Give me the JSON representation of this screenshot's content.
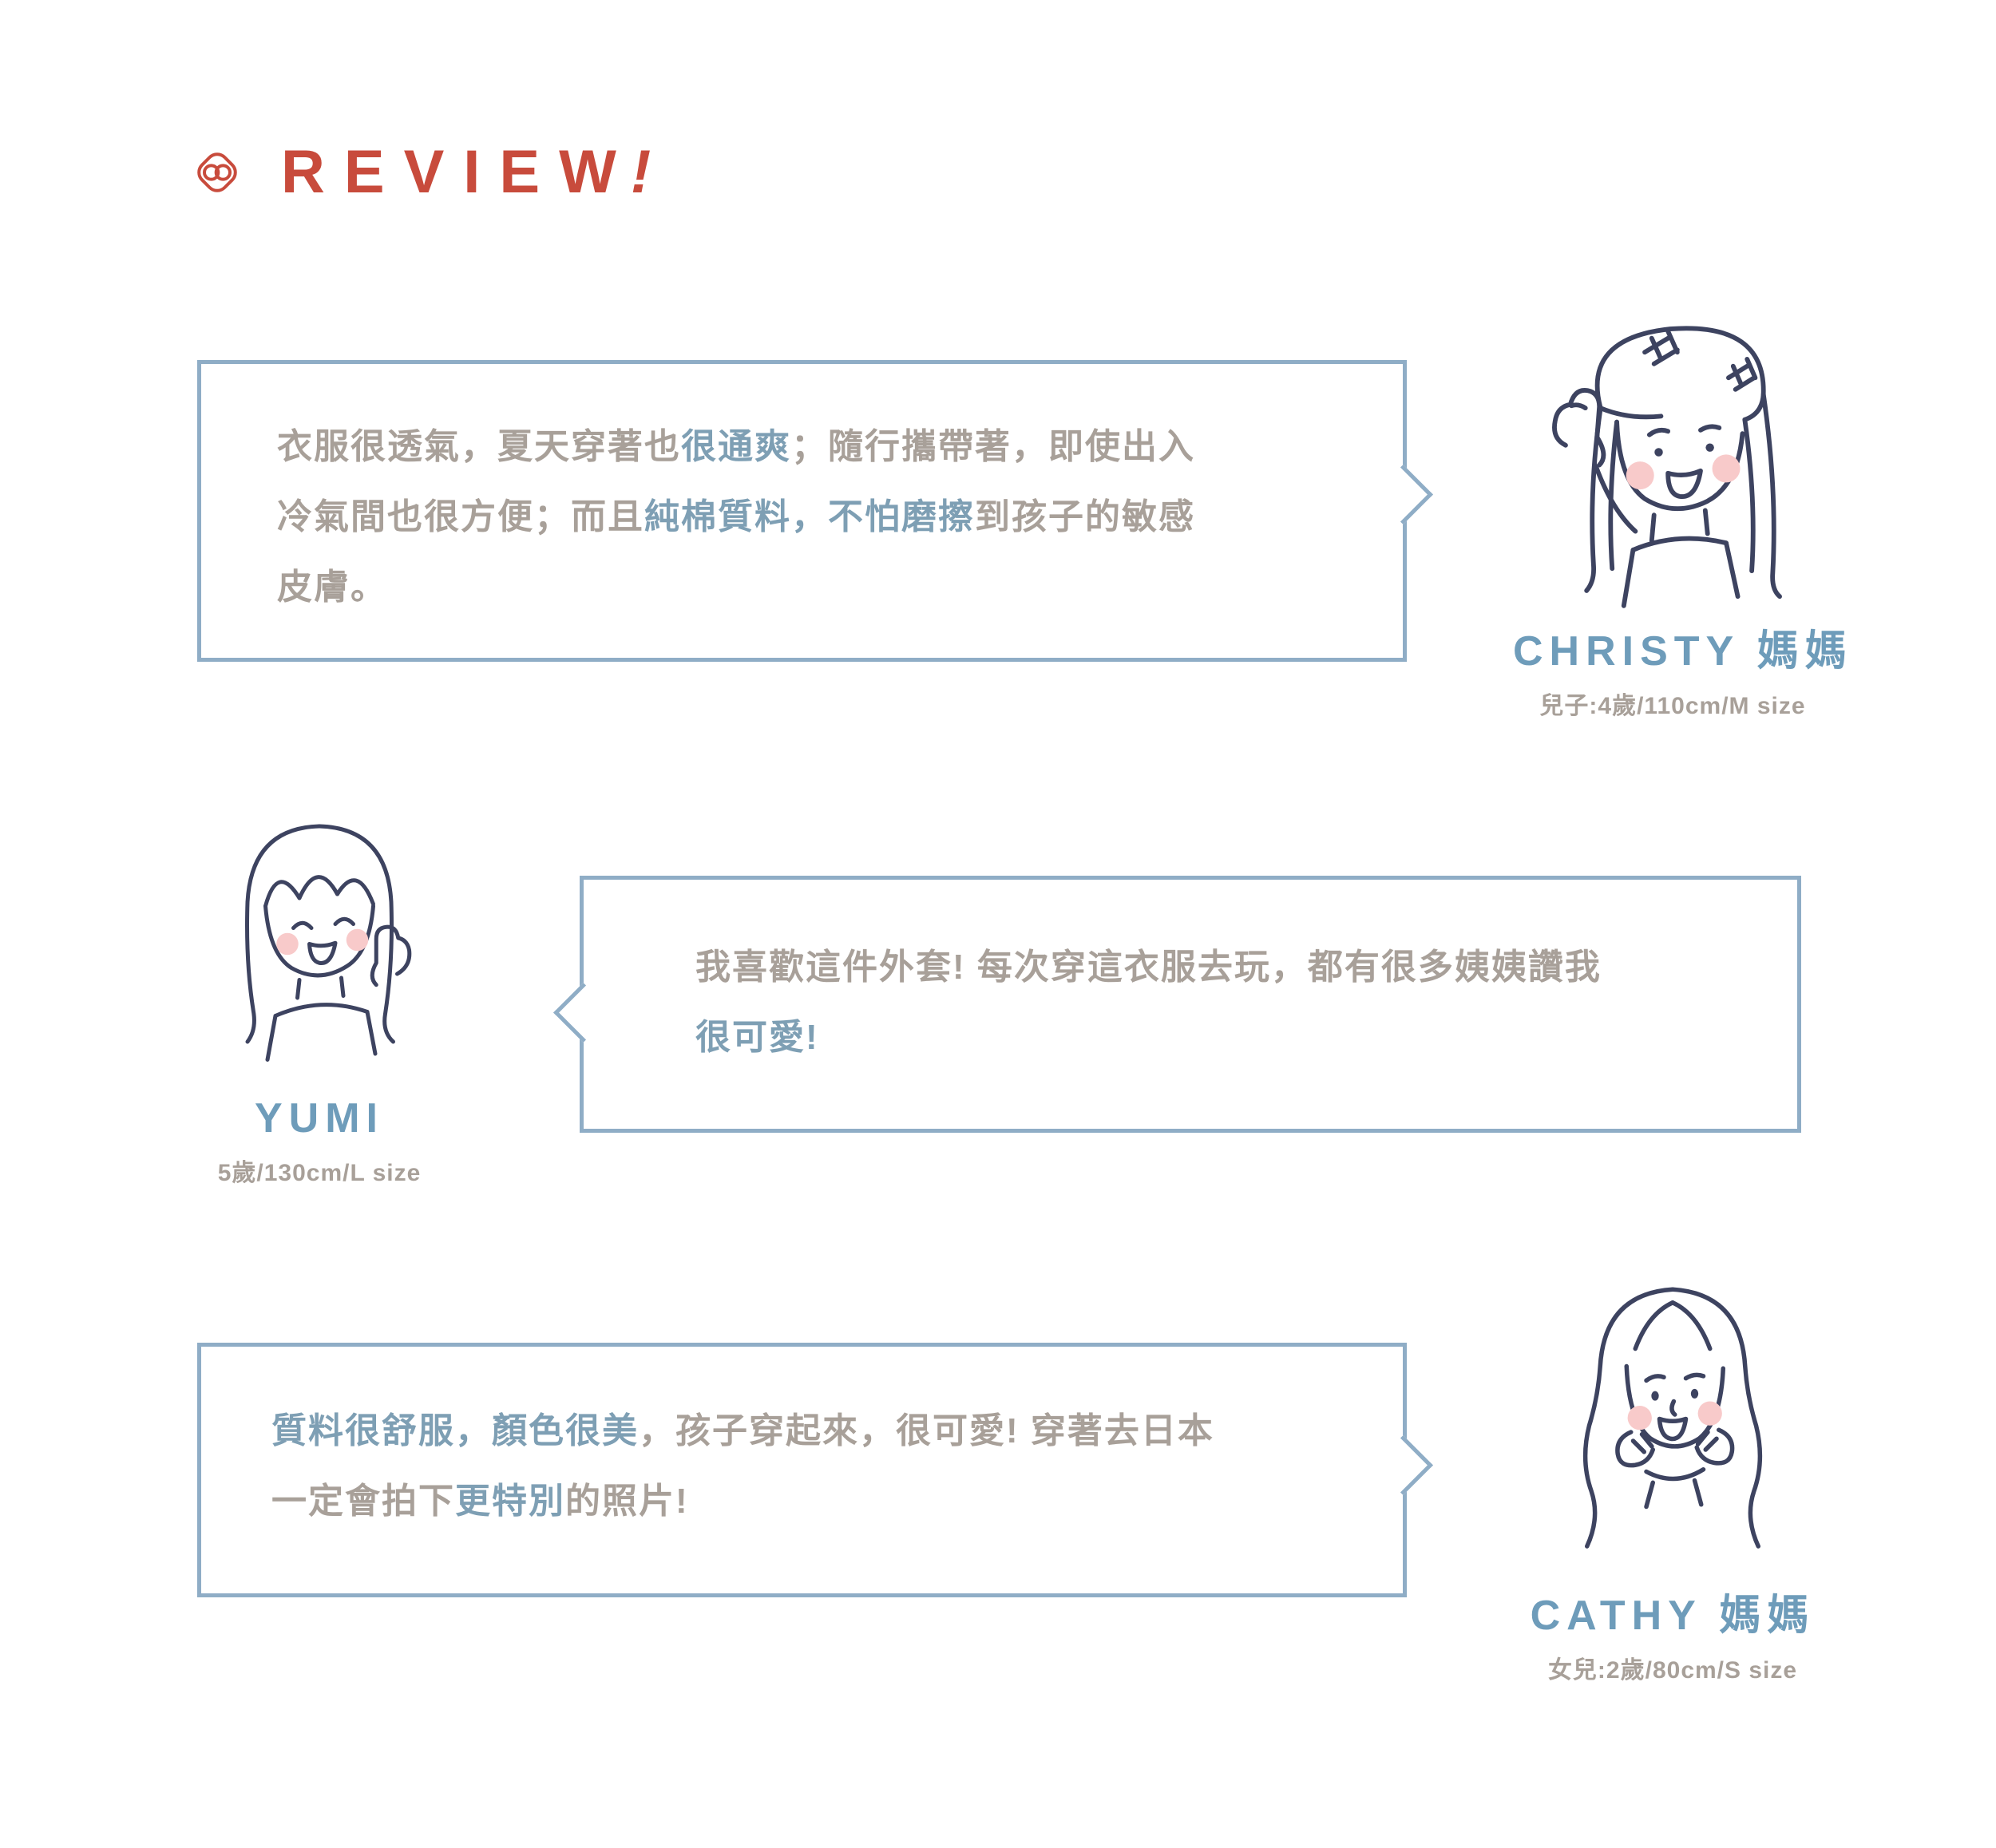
{
  "page": {
    "colors": {
      "accent_red": "#C84B3C",
      "accent_blue_name": "#6E9CBA",
      "bubble_border": "#8FADC6",
      "body_text": "#A8A099",
      "highlight_text": "#7E9FB4",
      "blush": "#F8CACA",
      "line_art": "#3D4360",
      "background": "#FFFFFF"
    }
  },
  "header": {
    "logo_icon": "knot-crest-icon",
    "title": "REVIEW",
    "title_mark": "!"
  },
  "reviews": [
    {
      "reviewer": "CHRISTY 媽媽",
      "detail": "兒子:4歲/110cm/M size",
      "avatar": "child-with-beret-waving",
      "bubble_tail": "right",
      "segments": [
        {
          "text": "衣服很透氣，夏天穿著也",
          "highlight": false
        },
        {
          "text": "很通爽",
          "highlight": true
        },
        {
          "text": "；隨行攜帶著，即使出入冷氣間也很方便；而且",
          "highlight": false
        },
        {
          "text": "純棉質料，不怕磨擦",
          "highlight": true
        },
        {
          "text": "到孩子的敏感皮膚。",
          "highlight": false
        }
      ]
    },
    {
      "reviewer": "YUMI",
      "detail": "5歲/130cm/L size",
      "avatar": "girl-thumbs-up",
      "bubble_tail": "left",
      "segments": [
        {
          "text": "我喜歡這件外套! 每次穿這衣服去玩，都有很多姨姨讚我",
          "highlight": false
        },
        {
          "text": "很可愛!",
          "highlight": true
        }
      ]
    },
    {
      "reviewer": "CATHY 媽媽",
      "detail": "女兒:2歲/80cm/S size",
      "avatar": "mom-hands-on-cheeks",
      "bubble_tail": "right",
      "segments": [
        {
          "text": "質料很舒服，顏色很美",
          "highlight": true
        },
        {
          "text": "，孩子穿起來，很可愛! 穿著去日本一定會拍下",
          "highlight": false
        },
        {
          "text": "更特別",
          "highlight": true
        },
        {
          "text": "的照片!",
          "highlight": false
        }
      ]
    }
  ]
}
